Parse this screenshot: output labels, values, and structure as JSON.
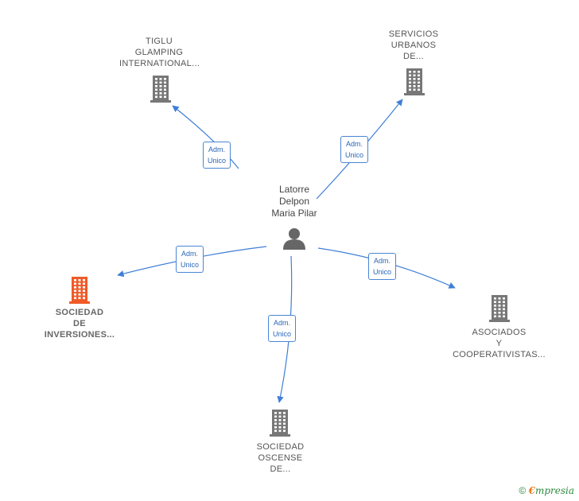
{
  "center": {
    "label": "Latorre\nDelpon\nMaria Pilar",
    "icon": "person-icon"
  },
  "companies": [
    {
      "id": "tiglu",
      "label": "TIGLU\nGLAMPING\nINTERNATIONAL...",
      "icon": "building-icon",
      "color": "#777777"
    },
    {
      "id": "servicios",
      "label": "SERVICIOS\nURBANOS\nDE...",
      "icon": "building-icon",
      "color": "#777777"
    },
    {
      "id": "sociedad-inversiones",
      "label": "SOCIEDAD\nDE\nINVERSIONES...",
      "icon": "building-icon",
      "color": "#f05a28",
      "highlight": true
    },
    {
      "id": "asociados",
      "label": "ASOCIADOS\nY\nCOOPERATIVISTAS...",
      "icon": "building-icon",
      "color": "#777777"
    },
    {
      "id": "oscense",
      "label": "SOCIEDAD\nOSCENSE\nDE...",
      "icon": "building-icon",
      "color": "#777777"
    }
  ],
  "edges": [
    {
      "target": "tiglu",
      "label": "Adm.\nUnico"
    },
    {
      "target": "servicios",
      "label": "Adm.\nUnico"
    },
    {
      "target": "sociedad-inversiones",
      "label": "Adm.\nUnico"
    },
    {
      "target": "asociados",
      "label": "Adm.\nUnico"
    },
    {
      "target": "oscense",
      "label": "Adm.\nUnico"
    }
  ],
  "colors": {
    "edge": "#3f7fd6",
    "building": "#777777",
    "person": "#666666"
  },
  "footer": {
    "copyright_symbol": "©",
    "brand_first": "€",
    "brand_rest": "mpresia"
  }
}
